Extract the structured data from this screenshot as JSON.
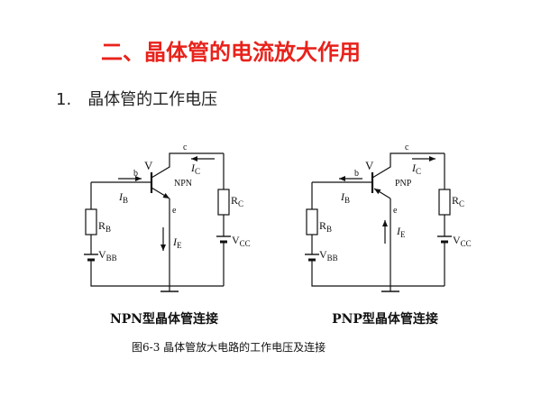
{
  "slide": {
    "title": "二、晶体管的电流放大作用",
    "section_number": "1.",
    "section_title": "晶体管的工作电压"
  },
  "figure": {
    "caption": "图6-3  晶体管放大电路的工作电压及连接",
    "npn": {
      "label": "NPN型晶体管连接",
      "type_text": "NPN",
      "transistor": "V",
      "node_b": "b",
      "node_c": "c",
      "node_e": "e",
      "ib": "I",
      "ib_sub": "B",
      "ic": "I",
      "ic_sub": "C",
      "ie": "I",
      "ie_sub": "E",
      "rb": "R",
      "rb_sub": "B",
      "rc": "R",
      "rc_sub": "C",
      "vbb": "V",
      "vbb_sub": "BB",
      "vcc": "V",
      "vcc_sub": "CC"
    },
    "pnp": {
      "label": "PNP型晶体管连接",
      "type_text": "PNP",
      "transistor": "V",
      "node_b": "b",
      "node_c": "c",
      "node_e": "e",
      "ib": "I",
      "ib_sub": "B",
      "ic": "I",
      "ic_sub": "C",
      "ie": "I",
      "ie_sub": "E",
      "rb": "R",
      "rb_sub": "B",
      "rc": "R",
      "rc_sub": "C",
      "vbb": "V",
      "vbb_sub": "BB",
      "vcc": "V",
      "vcc_sub": "CC"
    }
  },
  "colors": {
    "title": "#e8221b",
    "line": "#111111"
  }
}
